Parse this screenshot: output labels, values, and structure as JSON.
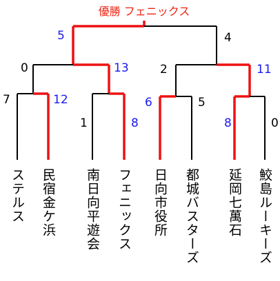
{
  "champion_label": "優勝 フェニックス",
  "teams": [
    "ステルス",
    "民宿金ケ浜",
    "南日向平遊会",
    "フェニックス",
    "日向市役所",
    "都城バスターズ",
    "延岡七萬石",
    "鮫島ルーキーズ"
  ],
  "round1_scores": [
    "7",
    "12",
    "1",
    "8",
    "6",
    "5",
    "8",
    "0"
  ],
  "semifinal_scores": [
    "0",
    "13",
    "2",
    "11"
  ],
  "final_scores": [
    "5",
    "4"
  ],
  "colors": {
    "winner_line": "#ee1111",
    "line": "#000000",
    "winner_score": "#1a1aee",
    "champion_text": "#ee2211"
  }
}
